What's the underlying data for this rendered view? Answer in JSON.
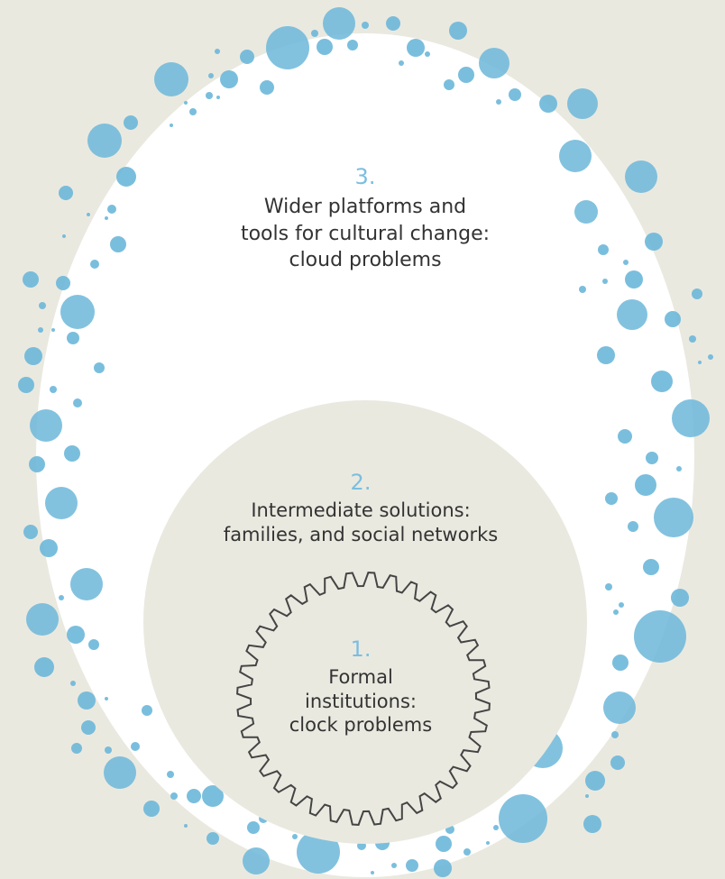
{
  "levels": [
    {
      "id": "3",
      "number": "3.",
      "lines": [
        "Wider platforms and",
        "tools for cultural change:",
        "cloud problems"
      ]
    },
    {
      "id": "2",
      "number": "2.",
      "lines": [
        "Intermediate solutions:",
        "families, and social networks"
      ]
    },
    {
      "id": "1",
      "number": "1.",
      "lines": [
        "Formal",
        "institutions:",
        "clock problems"
      ]
    }
  ],
  "colors": {
    "background": "#eae9e0",
    "outer_ellipse": "#ffffff",
    "inner_circle": "#eae9e0",
    "bubble": "#6cb7d9",
    "gear_stroke": "#444444",
    "number": "#7bbedf",
    "text": "#333333"
  },
  "icons": {
    "cloud": "bubble-cluster",
    "clock": "gear-icon"
  }
}
